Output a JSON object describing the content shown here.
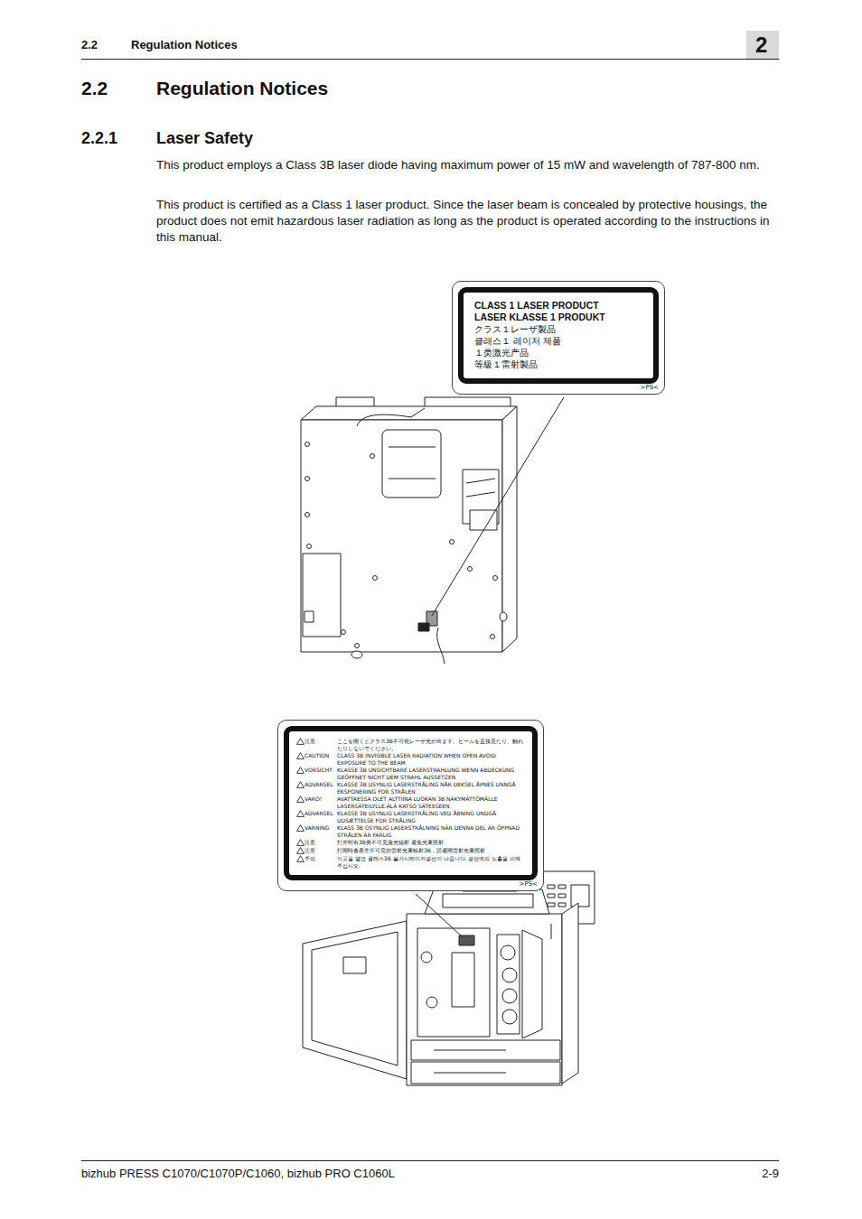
{
  "diagram": {
    "nodes": [
      {
        "text": [
          "CLASS 1 LASER PRODUCT",
          "LASER KLASSE 1 PRODUKT",
          "クラス１レーザ製品",
          "클래스１ 레이저 제품",
          "１类激光产品",
          "等級１雷射製品",
          ">PS<"
        ]
      },
      {
        "text": [
          "注意",
          "ここを開くとクラス3B不可視レーザ光が出ます。ビームを直接見たり、触れたりしないでください。",
          "CAUTION",
          "CLASS 3B INVISIBLE LASER RADIATION WHEN OPEN AVOID EXPOSURE TO THE BEAM",
          "VORSICHT",
          "KLASSE 3B UNSICHTBARE LASERSTRAHLUNG WENN ABDECKUNG GEÖFFNET NICHT DEM STRAHL AUSSETZEN",
          "ADVARSEL",
          "KLASSE 3B USYNLIG LASERSTRÅLING NÅR DEKSEL ÅPNES UNNGÅ EKSPONERING FOR STRÅLEN",
          "VARO!",
          "AVATTAESSA OLET ALTTIINA LUOKAN 3B NÄKYMÄTTÖMÄLLE LASERSÄTEILYLLE.ÄLÄ KATSO SÄTEESEEN",
          "ADVARSEL",
          "KLASSE 3B USYNLIG LASERSTRÅLING VED ÅBNING UNDGÅ UDSÆTTELSE FOR STRÅLING",
          "VARNING",
          "KLASS 3B OSYNLIG LASERSTRÅLNING NÄR DENNA DEL ÄR ÖPPNAD STRÅLEN ÄR FARLIG",
          "注意",
          "打开时有3B类不可见激光辐射 避免光束照射",
          "注意",
          "打開時會產生不可見的雷射光束輻射3B，請避開雷射光束照射",
          "주의",
          "이곳을 열면 클래스3B 불가시레이저광선이 나옵니다. 광선에의 노출을 피해 주십시오.",
          ">PS<"
        ]
      }
    ],
    "labels": [
      "2.2",
      "Regulation Notices",
      "2",
      "2.2",
      "Regulation Notices",
      "2.2.1",
      "Laser Safety",
      "This product employs a Class 3B laser diode having maximum power of 15 mW and wavelength of 787-800 nm.",
      "This product is certified as a Class 1 laser product. Since the laser beam is concealed by protective housings, the product does not emit hazardous laser radiation as long as the product is operated according to the instructions in this manual.",
      "bizhub PRESS C1070/C1070P/C1060, bizhub PRO C1060L",
      "2-9"
    ]
  }
}
